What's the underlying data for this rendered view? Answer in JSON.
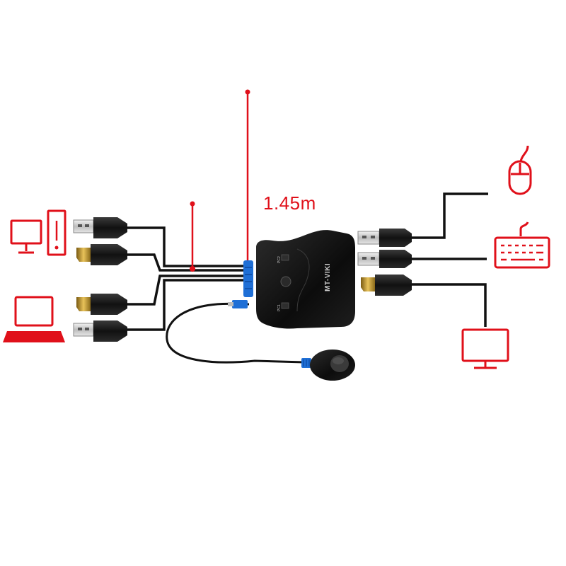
{
  "diagram": {
    "cable_length": "1.45m",
    "brand": "MT-VIKI",
    "port_label_pc2": "PC2",
    "port_label_pc1": "PC1",
    "accent_color": "#e0101a",
    "cable_color": "#111111",
    "switch_blue": "#1f6fd6",
    "icons": {
      "left": [
        "desktop-computer-icon",
        "laptop-icon"
      ],
      "right": [
        "mouse-icon",
        "keyboard-icon",
        "monitor-icon"
      ]
    }
  }
}
